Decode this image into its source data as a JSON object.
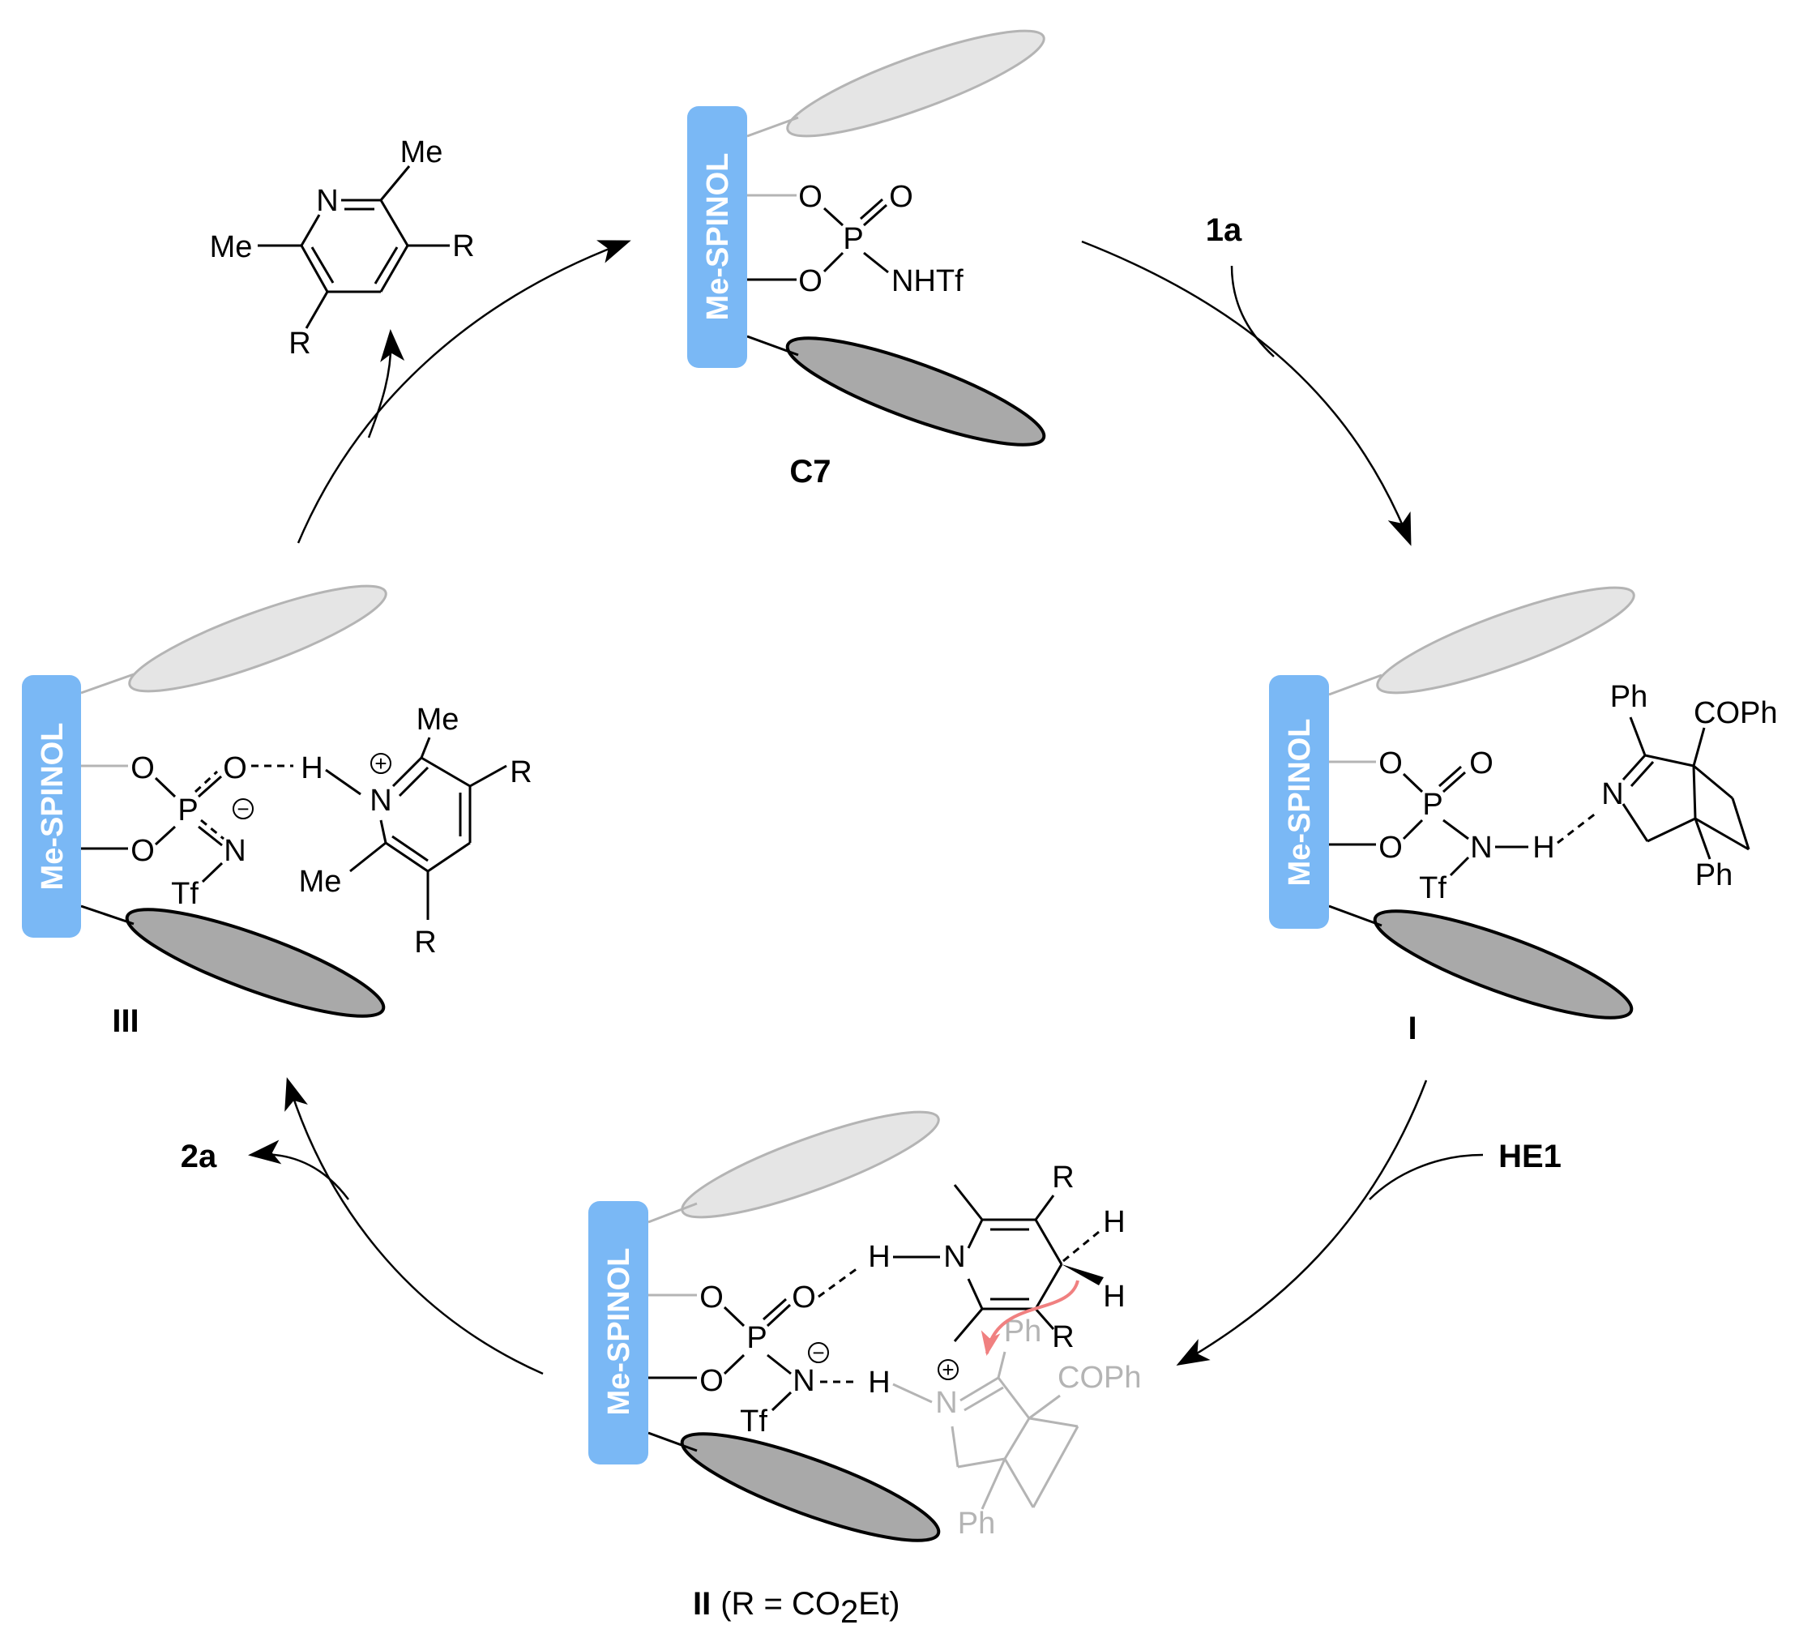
{
  "colors": {
    "scaffold_bar": "#7ab8f5",
    "ellipse_light": "#e5e5e5",
    "ellipse_dark": "#a9a9a9",
    "faded_structure": "#b4b4b4",
    "hydride_arrow": "#f08080"
  },
  "scaffold_label": "Me-SPINOL",
  "catalyst": {
    "id": "C7",
    "atoms": {
      "o1": "O",
      "o2": "O",
      "o3": "O",
      "p": "P",
      "nhtf": "NHTf"
    }
  },
  "product_pyridine": {
    "atoms": {
      "n": "N",
      "me1": "Me",
      "me2": "Me",
      "r1": "R",
      "r2": "R"
    }
  },
  "intermediate_I": {
    "id": "I",
    "atoms": {
      "o1": "O",
      "o2": "O",
      "o3": "O",
      "p": "P",
      "n": "N",
      "h": "H",
      "tf": "Tf",
      "imine_n": "N",
      "ph1": "Ph",
      "cooph": "COPh",
      "ph2": "Ph"
    }
  },
  "intermediate_II": {
    "id": "II",
    "note_prefix": "(R = CO",
    "note_sub": "2",
    "note_suffix": "Et)",
    "atoms": {
      "o1": "O",
      "o2": "O",
      "o3": "O",
      "p": "P",
      "n": "N",
      "tf": "Tf",
      "h1": "H",
      "dhp_n": "N",
      "r1": "R",
      "r2": "R",
      "h2": "H",
      "h3": "H",
      "h4": "H",
      "iminium_n": "N",
      "ph1": "Ph",
      "cooph": "COPh",
      "ph2": "Ph"
    }
  },
  "intermediate_III": {
    "id": "III",
    "atoms": {
      "o1": "O",
      "o2": "O",
      "o3": "O",
      "p": "P",
      "n": "N",
      "tf": "Tf",
      "h": "H",
      "pyr_n": "N",
      "me1": "Me",
      "me2": "Me",
      "r1": "R",
      "r2": "R"
    }
  },
  "reagents": {
    "substrate": "1a",
    "hantzsch_ester": "HE1",
    "product": "2a"
  },
  "charges": {
    "plus": "+",
    "minus": "−"
  }
}
